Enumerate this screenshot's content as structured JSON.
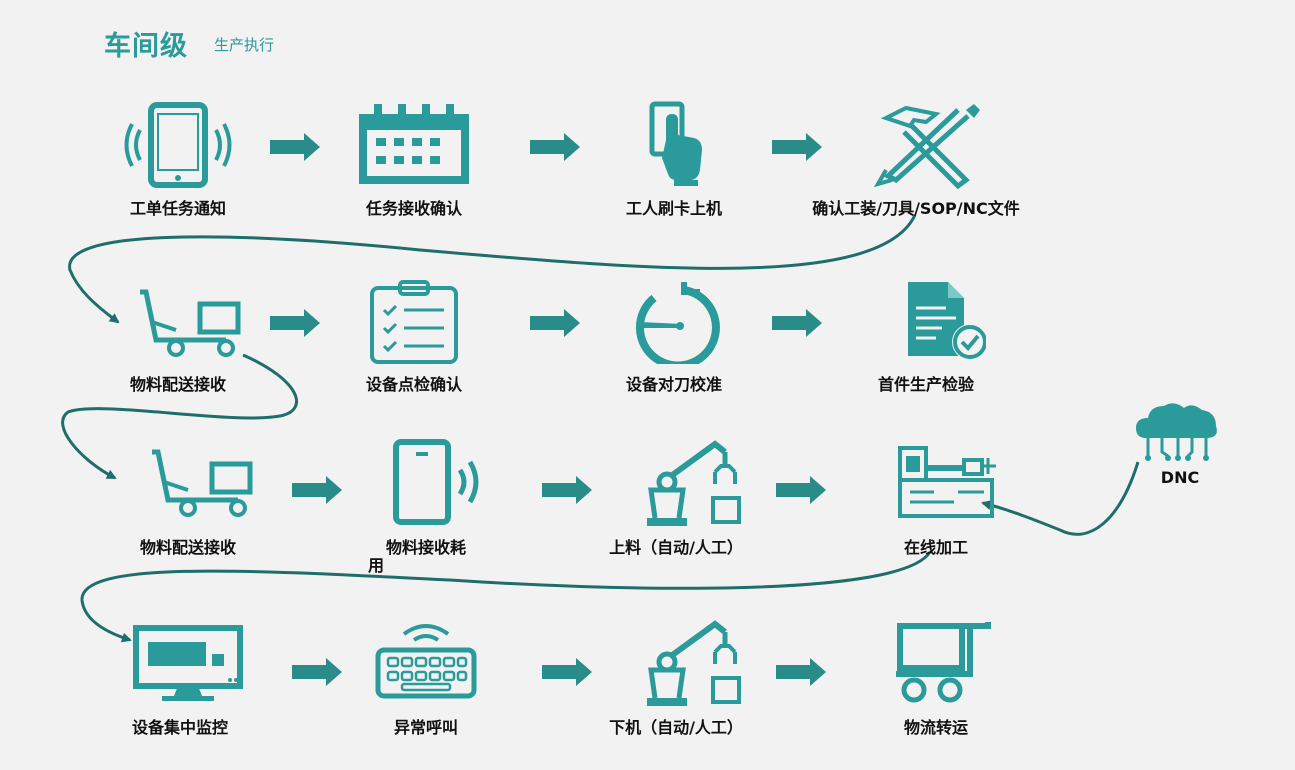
{
  "header": {
    "title": "车间级",
    "subtitle": "生产执行"
  },
  "accent_color": "#2a9a9a",
  "arrow_color": "#2a8c88",
  "rows": [
    [
      {
        "label": "工单任务通知",
        "icon": "tablet-signal-icon"
      },
      {
        "label": "任务接收确认",
        "icon": "calendar-icon"
      },
      {
        "label": "工人刷卡上机",
        "icon": "card-swipe-icon"
      },
      {
        "label": "确认工装/刀具/SOP/NC文件",
        "icon": "tools-icon"
      }
    ],
    [
      {
        "label": "物料配送接收",
        "icon": "cart-icon"
      },
      {
        "label": "设备点检确认",
        "icon": "clipboard-checklist-icon"
      },
      {
        "label": "设备对刀校准",
        "icon": "stopwatch-icon"
      },
      {
        "label": "首件生产检验",
        "icon": "document-check-icon"
      }
    ],
    [
      {
        "label": "物料配送接收",
        "icon": "cart-icon"
      },
      {
        "label": "物料接收耗",
        "label2": "用",
        "icon": "phone-signal-icon"
      },
      {
        "label": "上料（自动/人工）",
        "icon": "robot-arm-icon"
      },
      {
        "label": "在线加工",
        "icon": "cnc-machine-icon"
      }
    ],
    [
      {
        "label": "设备集中监控",
        "icon": "monitor-icon"
      },
      {
        "label": "异常呼叫",
        "icon": "keyboard-signal-icon"
      },
      {
        "label": "下机（自动/人工）",
        "icon": "robot-arm-icon"
      },
      {
        "label": "物流转运",
        "icon": "trolley-icon"
      }
    ]
  ],
  "dnc": {
    "label": "DNC",
    "icon": "cloud-network-icon"
  }
}
